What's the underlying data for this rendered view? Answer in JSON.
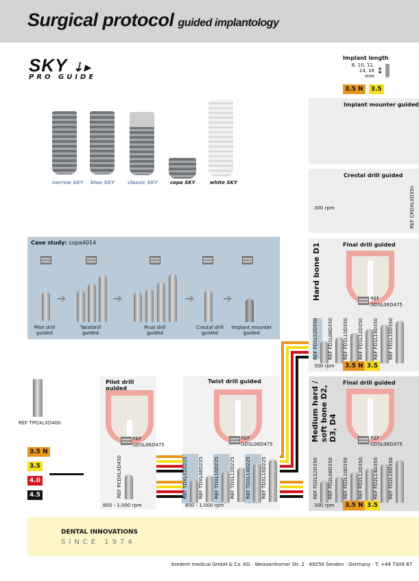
{
  "header": {
    "title": "Surgical protocol",
    "subtitle": "guided implantology"
  },
  "logo": {
    "brand": "SKY",
    "line2": "PRO GUIDE"
  },
  "implant_length": {
    "label": "Implant length",
    "values": "8, 10, 12, 14, 16 mm",
    "badges": [
      "3.5 N",
      "3.5"
    ]
  },
  "implants": [
    "narrow SKY",
    "blue SKY",
    "classic SKY",
    "copa SKY",
    "white SKY"
  ],
  "case_study": {
    "label": "Case study:",
    "value": "copa4014",
    "steps": [
      "Pilot drill guided",
      "Twistdrill guided",
      "Final drill guided",
      "Crestal drill guided",
      "Implant mounter guided"
    ]
  },
  "tool": {
    "ref": "REF TPGXLXD400"
  },
  "legend": [
    {
      "label": "3.5 N",
      "color": "#e8961e"
    },
    {
      "label": "3.5",
      "color": "#f5df1e"
    },
    {
      "label": "4.0",
      "color": "#d3141c"
    },
    {
      "label": "4.5",
      "color": "#111111"
    }
  ],
  "pilot": {
    "title": "Pilot drill guided",
    "sleeve_ref": "REF",
    "sleeve_code": "GDSL06D475",
    "drill_ref": "REF PCDXLXD450",
    "rpm": "800 - 1.000 rpm"
  },
  "twist": {
    "title": "Twist drill guided",
    "sleeve_ref": "REF",
    "sleeve_code": "GDSL06D475",
    "drills": [
      "REF TDXLS2D225",
      "REF TDXL08D225",
      "REF TDXL10D225",
      "REF TDXL12D225",
      "REF TDXL14D225",
      "REF TDXL16D225"
    ],
    "rpm": "800 - 1.000 rpm"
  },
  "mounter": {
    "title": "Implant mounter guided"
  },
  "crestal": {
    "title": "Crestal drill guided",
    "rpm": "300 rpm",
    "ref": "REF CRDXLXD35n"
  },
  "hard": {
    "side": "Hard bone D1",
    "title": "Final drill guided",
    "sleeve_ref": "REF",
    "sleeve_code": "GDSL06D475",
    "drills": [
      "REF FD1LS2D350",
      "REF FD1L08D350",
      "REF FD1L10D350",
      "REF FD1L12D350",
      "REF FD1L14D350",
      "REF FD1L16D350"
    ],
    "rpm": "300 rpm",
    "badges": [
      "3.5 N",
      "3.5"
    ]
  },
  "soft": {
    "side": "Medium hard / soft bone D2, D3, D4",
    "title": "Final drill guided",
    "sleeve_ref": "REF",
    "sleeve_code": "GDSL06D475",
    "drills": [
      "REF FD2LS2D350",
      "REF FD2L08D350",
      "REF FD2L10D350",
      "REF FD2L12D350",
      "REF FD2L14D350",
      "REF FD2L16D350"
    ],
    "rpm": "300 rpm",
    "badges": [
      "3.5 N",
      "3.5"
    ]
  },
  "footer": {
    "line1": "DENTAL INNOVATIONS",
    "line2": "SINCE 1974",
    "address": "bredent medical GmbH & Co. KG · Weissenhorner Str. 2 · 89250 Senden · Germany · T: +49 7309 87"
  },
  "colors": {
    "orange": "#e8961e",
    "yellow": "#f5df1e",
    "red": "#d3141c",
    "black": "#111111",
    "case_bg": "#b9cad9",
    "footer_bg": "#fdf6c8"
  }
}
